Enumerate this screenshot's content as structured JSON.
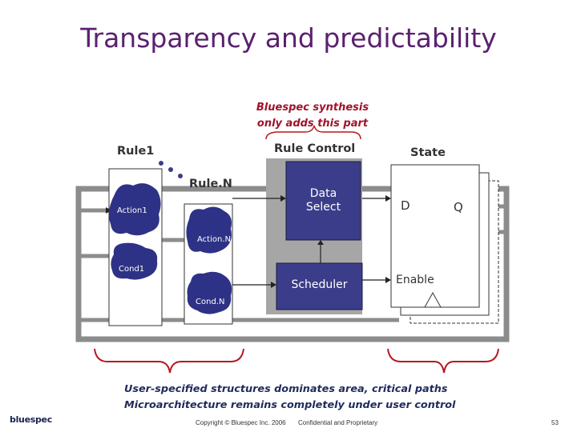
{
  "slide": {
    "title": "Transparency and predictability",
    "note_line1": "Bluespec synthesis",
    "note_line2": "only adds this part"
  },
  "diagram": {
    "rule1": "Rule1",
    "rule_control": "Rule Control",
    "state": "State",
    "ruleN": "Rule.N",
    "data_select_line1": "Data",
    "data_select_line2": "Select",
    "scheduler": "Scheduler",
    "d_port": "D",
    "q_port": "Q",
    "enable": "Enable",
    "action1": "Action1",
    "actionN": "Action.N",
    "cond1": "Cond1",
    "condN": "Cond.N",
    "colors": {
      "gray_block": "#a6a6a6",
      "navy_block": "#3b3d8a",
      "blob": "#2e3286",
      "bus_gray": "#8c8c8c",
      "brace_red": "#b5191f"
    }
  },
  "bullets": {
    "line1": "User-specified structures dominates area, critical paths",
    "line2": "Microarchitecture remains completely under user control"
  },
  "footer": {
    "logo": "bluespec",
    "copyright": "Copyright © Bluespec Inc. 2006",
    "confidential": "Confidential and Proprietary",
    "page_number": "53"
  }
}
